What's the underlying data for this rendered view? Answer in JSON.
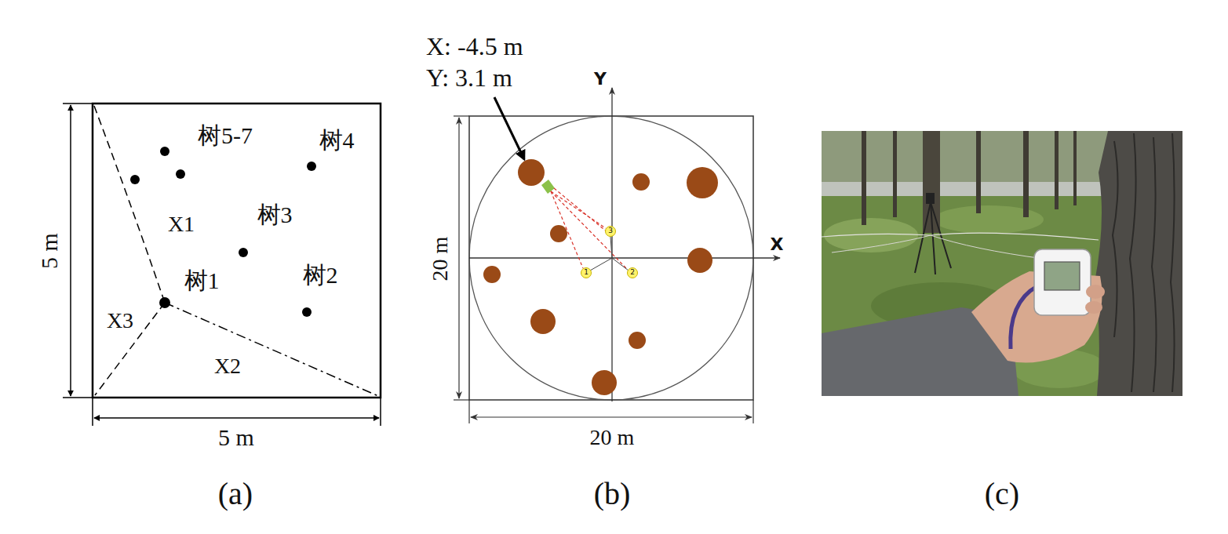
{
  "diagram": {
    "labels": [
      "5 m",
      "5 m",
      "树5-7",
      "树4",
      "X1",
      "树3",
      "树1",
      "树2",
      "X3",
      "X2",
      "(a)",
      "X: -4.5 m",
      "Y: 3.1 m",
      "Y",
      "X",
      "1",
      "2",
      "3",
      "20 m",
      "20 m",
      "(b)",
      "(c)"
    ]
  }
}
